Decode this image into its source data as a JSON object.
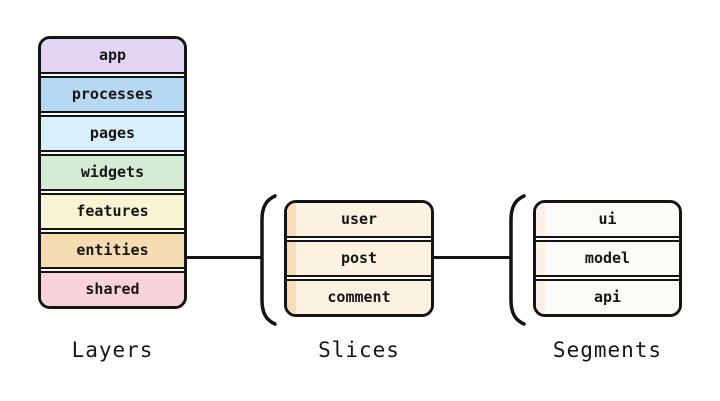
{
  "canvas": {
    "background": "#ffffff",
    "ink": "#141414",
    "text_color": "#161616"
  },
  "diagram_type": "feature-sliced-design-architecture",
  "groups": [
    {
      "label": "Layers",
      "rows": [
        {
          "label": "app",
          "fill": "#e4d4f3"
        },
        {
          "label": "processes",
          "fill": "#b7d8f3"
        },
        {
          "label": "pages",
          "fill": "#d7f0fa"
        },
        {
          "label": "widgets",
          "fill": "#d3ecd3"
        },
        {
          "label": "features",
          "fill": "#f8f4d3"
        },
        {
          "label": "entities",
          "fill": "#f6dcb3"
        },
        {
          "label": "shared",
          "fill": "#f8d3d9"
        }
      ]
    },
    {
      "label": "Slices",
      "stripe": "#f6ddb9",
      "rows": [
        {
          "label": "user",
          "fill": "#fbf2e2"
        },
        {
          "label": "post",
          "fill": "#fbf2e2"
        },
        {
          "label": "comment",
          "fill": "#fbf2e2"
        }
      ]
    },
    {
      "label": "Segments",
      "stripe": "#faf0e3",
      "rows": [
        {
          "label": "ui",
          "fill": "#fdfbf7"
        },
        {
          "label": "model",
          "fill": "#fdfbf7"
        },
        {
          "label": "api",
          "fill": "#fdfbf7"
        }
      ]
    }
  ]
}
